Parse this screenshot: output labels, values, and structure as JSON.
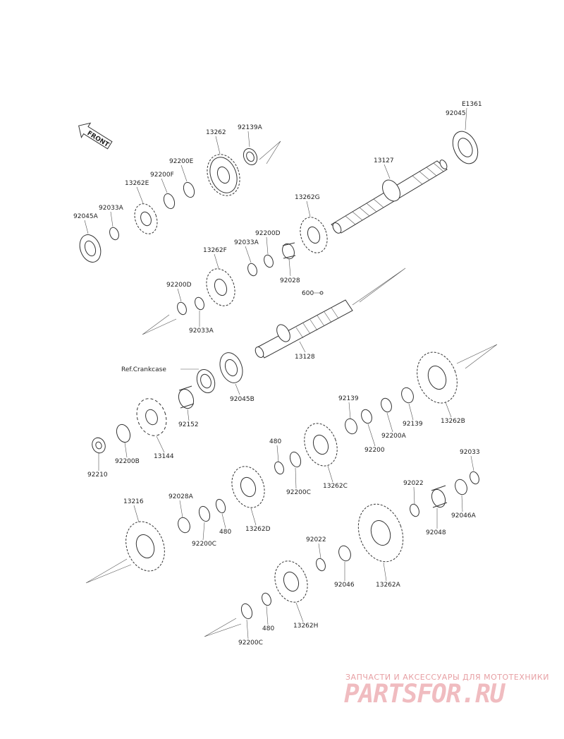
{
  "diagram": {
    "front_label": "FRONT",
    "watermark": {
      "tagline": "ЗАПЧАСТИ И АКСЕССУАРЫ ДЛЯ МОТОТЕХНИКИ",
      "brand": "PARTSFOR.RU"
    },
    "parts": [
      {
        "id": "E1361"
      },
      {
        "id": "92045"
      },
      {
        "id": "13127"
      },
      {
        "id": "13262"
      },
      {
        "id": "92139A"
      },
      {
        "id": "92200E"
      },
      {
        "id": "92200F"
      },
      {
        "id": "13262E"
      },
      {
        "id": "92033A"
      },
      {
        "id": "92045A"
      },
      {
        "id": "13262G"
      },
      {
        "id": "92200D"
      },
      {
        "id": "92033A"
      },
      {
        "id": "13262F"
      },
      {
        "id": "92028"
      },
      {
        "id": "600"
      },
      {
        "id": "92200D"
      },
      {
        "id": "92033A"
      },
      {
        "id": "13128"
      },
      {
        "id": "Ref.Crankcase"
      },
      {
        "id": "92045B"
      },
      {
        "id": "92152"
      },
      {
        "id": "13144"
      },
      {
        "id": "92200B"
      },
      {
        "id": "92210"
      },
      {
        "id": "92139"
      },
      {
        "id": "92200"
      },
      {
        "id": "92200A"
      },
      {
        "id": "92139"
      },
      {
        "id": "13262B"
      },
      {
        "id": "480"
      },
      {
        "id": "92200C"
      },
      {
        "id": "13262C"
      },
      {
        "id": "92033"
      },
      {
        "id": "92022"
      },
      {
        "id": "92046A"
      },
      {
        "id": "92048"
      },
      {
        "id": "13216"
      },
      {
        "id": "92028A"
      },
      {
        "id": "92200C"
      },
      {
        "id": "480"
      },
      {
        "id": "13262D"
      },
      {
        "id": "92022"
      },
      {
        "id": "92046"
      },
      {
        "id": "13262A"
      },
      {
        "id": "480"
      },
      {
        "id": "13262H"
      },
      {
        "id": "92200C"
      }
    ]
  }
}
